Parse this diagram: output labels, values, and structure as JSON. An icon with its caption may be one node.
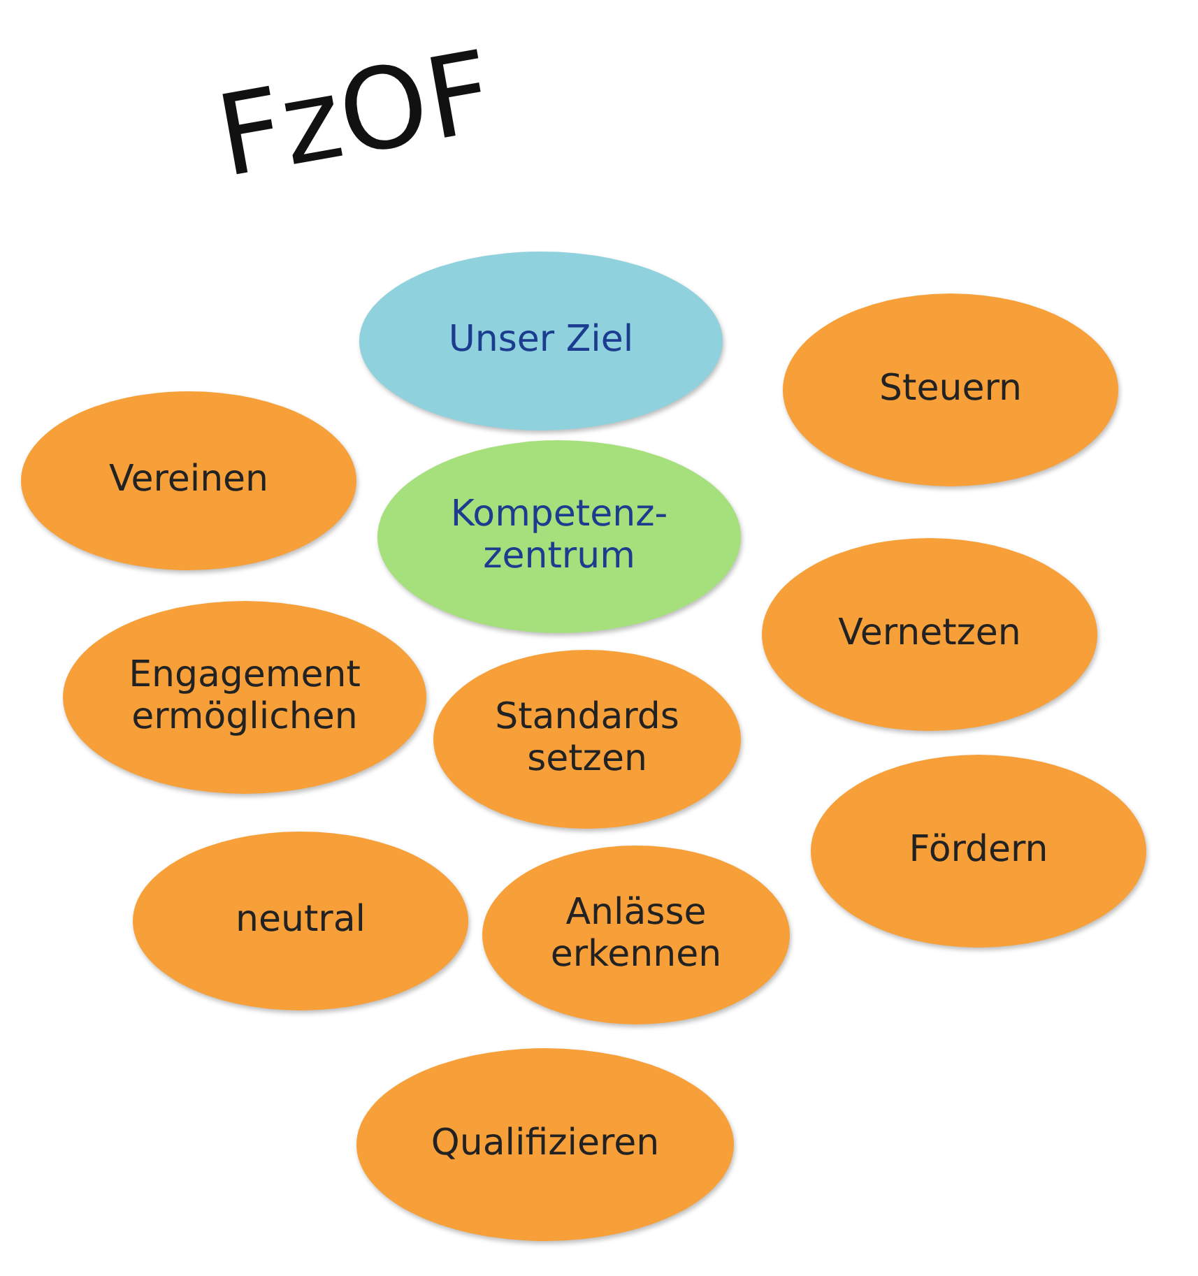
{
  "diagram": {
    "title": "FzOF",
    "nodes": [
      {
        "text": [
          "Unser Ziel"
        ]
      },
      {
        "text": [
          "Steuern"
        ]
      },
      {
        "text": [
          "Vereinen"
        ]
      },
      {
        "text": [
          "Kompetenz- zentrum"
        ]
      },
      {
        "text": [
          "Vernetzen"
        ]
      },
      {
        "text": [
          "Engagement ermöglichen"
        ]
      },
      {
        "text": [
          "Standards setzen"
        ]
      },
      {
        "text": [
          "Fördern"
        ]
      },
      {
        "text": [
          "neutral"
        ]
      },
      {
        "text": [
          "Anlässe erkennen"
        ]
      },
      {
        "text": [
          "Qualifizieren"
        ]
      }
    ],
    "edges": []
  }
}
